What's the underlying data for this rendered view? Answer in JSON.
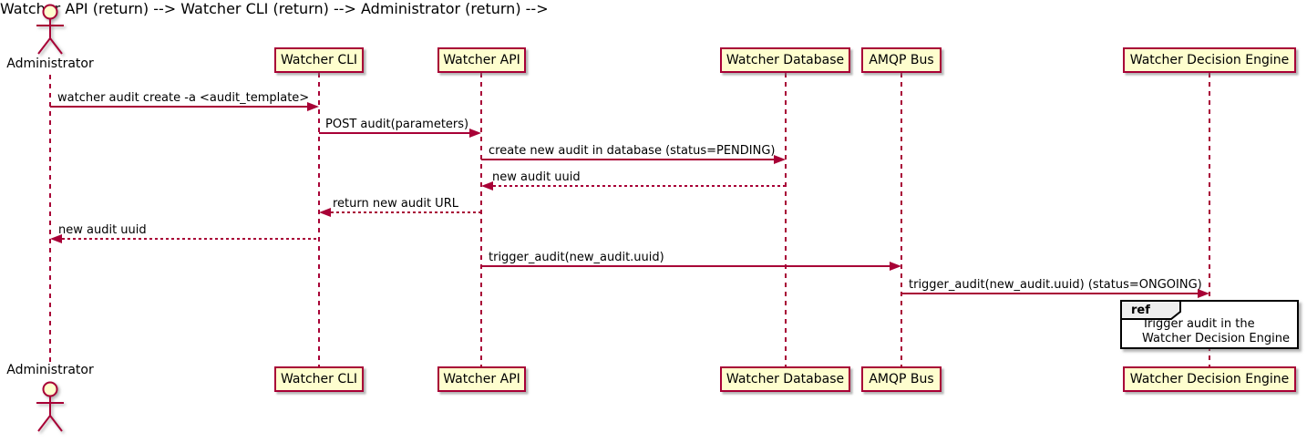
{
  "diagram": {
    "type": "sequence",
    "colors": {
      "participant_fill": "#FEFECE",
      "participant_border": "#A80036",
      "line_color": "#A80036",
      "text_color": "#000000",
      "ref_border": "#000000",
      "ref_header_fill": "#EEEEEE"
    },
    "participants": [
      {
        "label": "Administrator",
        "kind": "actor"
      },
      {
        "label": "Watcher CLI",
        "kind": "participant"
      },
      {
        "label": "Watcher API",
        "kind": "participant"
      },
      {
        "label": "Watcher Database",
        "kind": "participant"
      },
      {
        "label": "AMQP Bus",
        "kind": "participant"
      },
      {
        "label": "Watcher Decision Engine",
        "kind": "participant"
      }
    ],
    "messages": [
      {
        "from": "Administrator",
        "to": "Watcher CLI",
        "line": "solid",
        "text": "watcher audit create -a <audit_template>"
      },
      {
        "from": "Watcher CLI",
        "to": "Watcher API",
        "line": "solid",
        "text": "POST audit(parameters)"
      },
      {
        "from": "Watcher API",
        "to": "Watcher Database",
        "line": "solid",
        "text": "create new audit in database (status=PENDING)"
      },
      {
        "from": "Watcher Database",
        "to": "Watcher API",
        "line": "dashed",
        "text": "new audit uuid"
      },
      {
        "from": "Watcher API",
        "to": "Watcher CLI",
        "line": "dashed",
        "text": "return new audit URL"
      },
      {
        "from": "Watcher CLI",
        "to": "Administrator",
        "line": "dashed",
        "text": "new audit uuid"
      },
      {
        "from": "Watcher API",
        "to": "AMQP Bus",
        "line": "solid",
        "text": "trigger_audit(new_audit.uuid)"
      },
      {
        "from": "AMQP Bus",
        "to": "Watcher Decision Engine",
        "line": "solid",
        "text": "trigger_audit(new_audit.uuid) (status=ONGOING)"
      }
    ],
    "ref": {
      "keyword": "ref",
      "over": "Watcher Decision Engine",
      "lines": [
        "Trigger audit in the",
        "Watcher Decision Engine"
      ]
    }
  }
}
